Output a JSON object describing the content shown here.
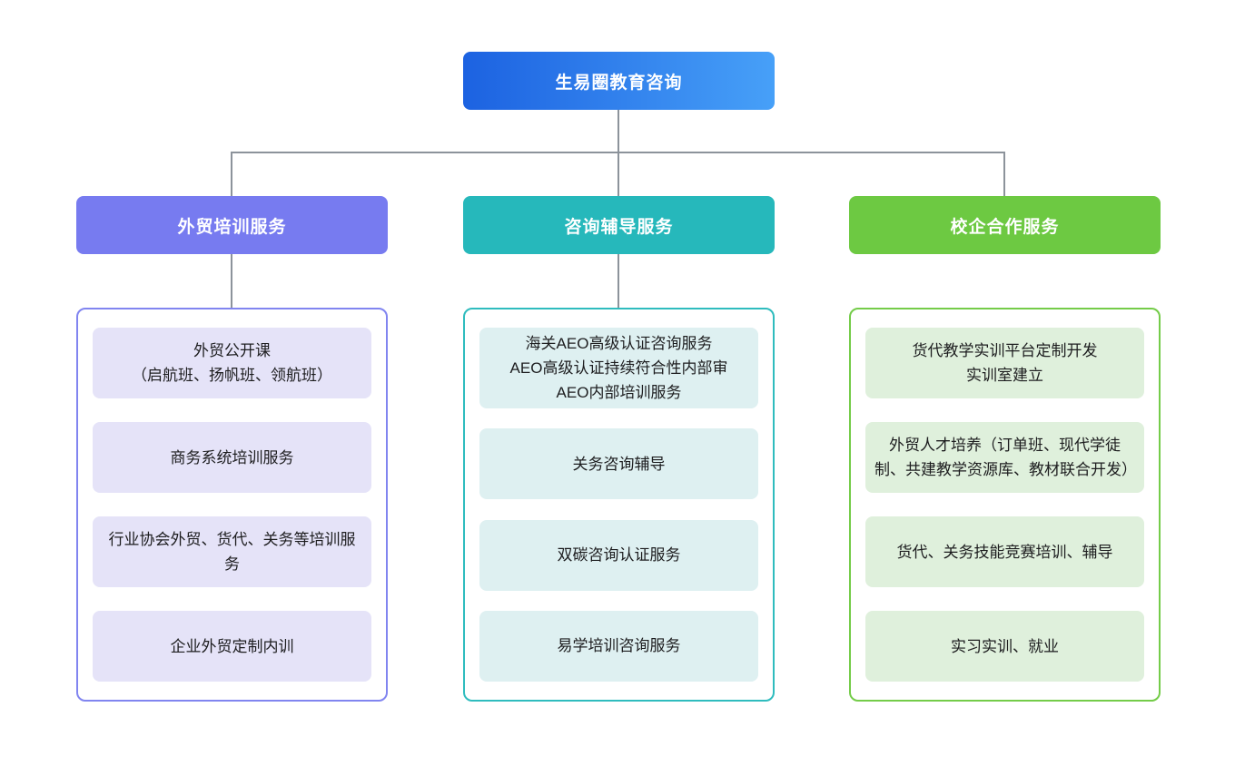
{
  "page": {
    "background": "#ffffff"
  },
  "connector_color": "#8c939b",
  "root": {
    "label": "生易圈教育咨询",
    "gradient_from": "#1c62e1",
    "gradient_to": "#47a0f8",
    "gradient": "linear-gradient(90deg, #1c62e1, #47a0f8)",
    "text_color": "#ffffff"
  },
  "branches": [
    {
      "label": "外贸培训服务",
      "header_color": "#777bf0",
      "container_border": "#8185f0",
      "item_bg": "#e5e3f8",
      "items": [
        "外贸公开课\n（启航班、扬帆班、领航班）",
        "商务系统培训服务",
        "行业协会外贸、货代、关务等培训服务",
        "企业外贸定制内训"
      ]
    },
    {
      "label": "咨询辅导服务",
      "header_color": "#26b8bb",
      "container_border": "#2fbcbe",
      "item_bg": "#def0f1",
      "items": [
        "海关AEO高级认证咨询服务\nAEO高级认证持续符合性内部审\nAEO内部培训服务",
        "关务咨询辅导",
        "双碳咨询认证服务",
        "易学培训咨询服务"
      ]
    },
    {
      "label": "校企合作服务",
      "header_color": "#6dc942",
      "container_border": "#74cc49",
      "item_bg": "#dff0dc",
      "items": [
        "货代教学实训平台定制开发\n实训室建立",
        "外贸人才培养（订单班、现代学徒制、共建教学资源库、教材联合开发）",
        "货代、关务技能竞赛培训、辅导",
        "实习实训、就业"
      ]
    }
  ]
}
